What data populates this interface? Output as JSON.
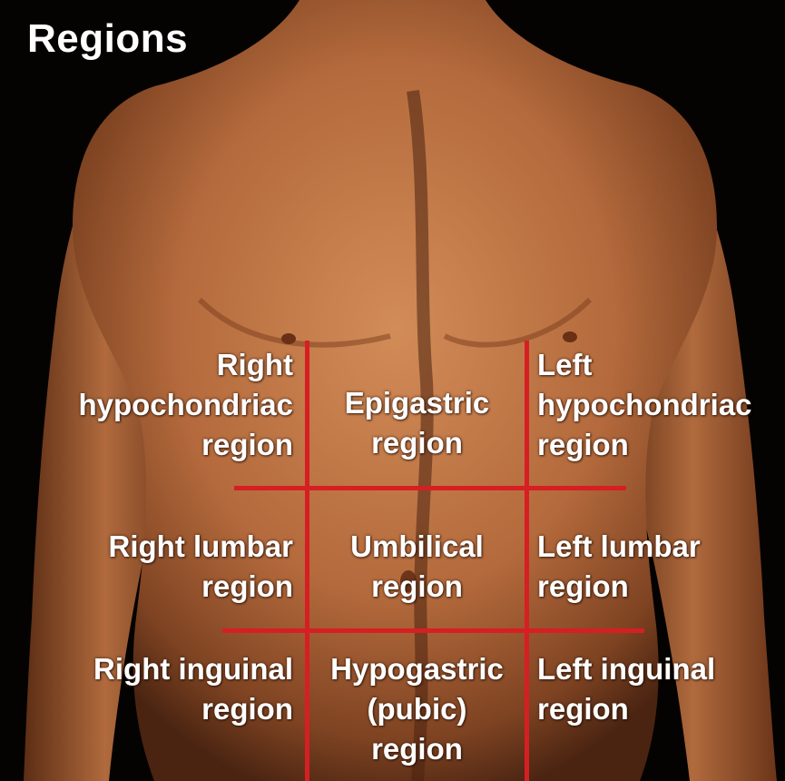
{
  "title": "Regions",
  "colors": {
    "background": "#050302",
    "skin": "#c7804f",
    "grid_line": "#d61f22",
    "label_text": "#ffffff"
  },
  "regions": {
    "right_hypochondriac": [
      "Right",
      "hypochondriac",
      "region"
    ],
    "epigastric": [
      "Epigastric",
      "region"
    ],
    "left_hypochondriac": [
      "Left",
      "hypochondriac",
      "region"
    ],
    "right_lumbar": [
      "Right lumbar",
      "region"
    ],
    "umbilical": [
      "Umbilical",
      "region"
    ],
    "left_lumbar": [
      "Left lumbar",
      "region"
    ],
    "right_inguinal": [
      "Right inguinal",
      "region"
    ],
    "hypogastric": [
      "Hypogastric",
      "(pubic)",
      "region"
    ],
    "left_inguinal": [
      "Left inguinal",
      "region"
    ]
  }
}
